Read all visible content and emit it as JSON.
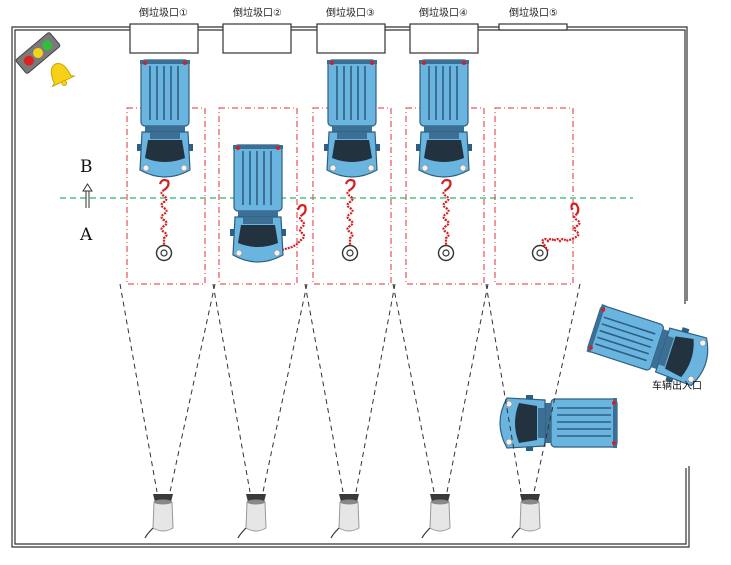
{
  "dump_ports": {
    "labels": [
      "倒垃圾口①",
      "倒垃圾口②",
      "倒垃圾口③",
      "倒垃圾口④",
      "倒垃圾口⑤"
    ]
  },
  "line_markers": {
    "upper": "B",
    "lower": "A"
  },
  "exit_label": "车辆出入口",
  "colors": {
    "truck_body": "#6ab4e0",
    "truck_dark": "#3b6f95",
    "hose": "#d42020",
    "zone_border": "#e0303a",
    "sensor_line": "#2db36b",
    "wall": "#333333",
    "camera_body": "#e6e6e6"
  },
  "icons": [
    "traffic-light-icon",
    "alarm-bell-icon",
    "camera-icon",
    "truck-icon",
    "hose-icon",
    "drain-icon",
    "up-arrow-icon"
  ]
}
